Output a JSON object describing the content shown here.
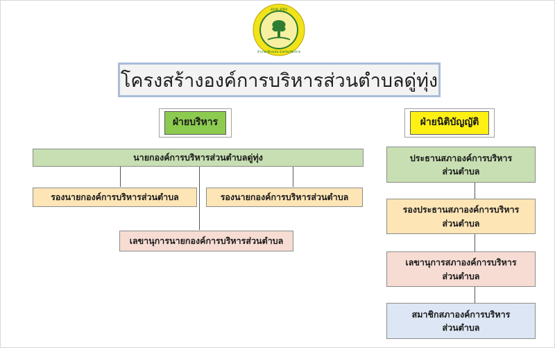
{
  "logo": {
    "top_text": "อบต.ดู่ทุ่ง",
    "bottom_text": "อำเภอเชียงแสน จังหวัดเชียงราย",
    "colors": {
      "outer": "#f1e21a",
      "ring": "#2e7d32",
      "tree": "#2e7d32"
    }
  },
  "title": "โครงสร้างองค์การบริหารส่วนตำบลดู่ทุ่ง",
  "executive": {
    "header": "ฝ่ายบริหาร",
    "mayor": "นายกองค์การบริหารส่วนตำบลดู่ทุ่ง",
    "deputy_left": "รองนายกองค์การบริหารส่วนตำบล",
    "deputy_right": "รองนายกองค์การบริหารส่วนตำบล",
    "secretary": "เลขานุการนายกองค์การบริหารส่วนตำบล"
  },
  "legislative": {
    "header": "ฝ่ายนิติบัญญัติ",
    "chair": [
      "ประธานสภาองค์การบริหาร",
      "ส่วนตำบล"
    ],
    "vice_chair": [
      "รองประธานสภาองค์การบริหาร",
      "ส่วนตำบล"
    ],
    "secretary": [
      "เลขานุการสภาองค์การบริหาร",
      "ส่วนตำบล"
    ],
    "member": [
      "สมาชิกสภาองค์การบริหาร",
      "ส่วนตำบล"
    ]
  },
  "colors": {
    "green_box": "#c7dfb2",
    "peach_box": "#fde5b6",
    "pink_box": "#f6dcd3",
    "blue_box": "#dce6f4",
    "executive_header": "#8ccb4f",
    "legislative_header": "#fff014"
  }
}
